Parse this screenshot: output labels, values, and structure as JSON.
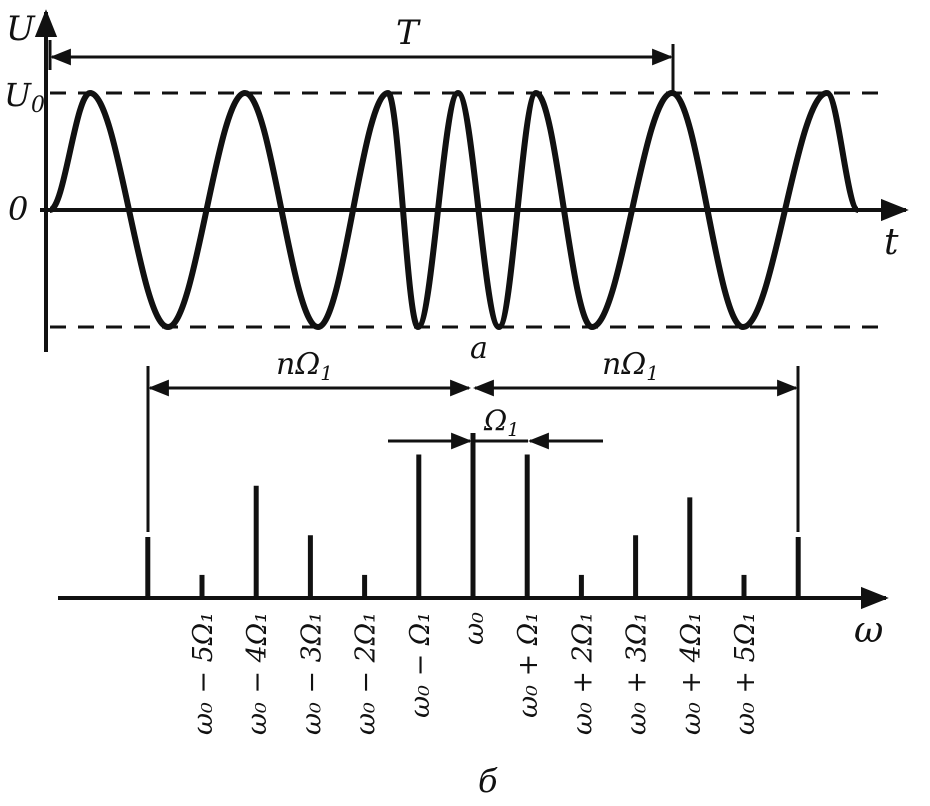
{
  "top": {
    "y_axis_label": "U",
    "amplitude_label": "U",
    "amplitude_sub": "0",
    "zero_label": "0",
    "period_label": "T",
    "t_axis_label": "t",
    "panel_label": "a"
  },
  "bottom": {
    "omega_axis_label": "ω",
    "panel_label": "б",
    "span_left_label": "nΩ",
    "span_left_sub": "1",
    "span_right_label": "nΩ",
    "span_right_sub": "1",
    "step_label": "Ω",
    "step_sub": "1",
    "tick_labels": [
      "ω₀ − 5Ω₁",
      "ω₀ − 4Ω₁",
      "ω₀ − 3Ω₁",
      "ω₀ − 2Ω₁",
      "ω₀ − Ω₁",
      "ω₀",
      "ω₀ + Ω₁",
      "ω₀ + 2Ω₁",
      "ω₀ + 3Ω₁",
      "ω₀ + 4Ω₁",
      "ω₀ + 5Ω₁"
    ],
    "spectrum": {
      "offsets": [
        -6,
        -5,
        -4,
        -3,
        -2,
        -1,
        0,
        1,
        2,
        3,
        4,
        5,
        6
      ],
      "relative_amplitudes": [
        0.37,
        0.14,
        0.68,
        0.38,
        0.14,
        0.87,
        1.0,
        0.87,
        0.14,
        0.38,
        0.61,
        0.14,
        0.37
      ]
    }
  }
}
